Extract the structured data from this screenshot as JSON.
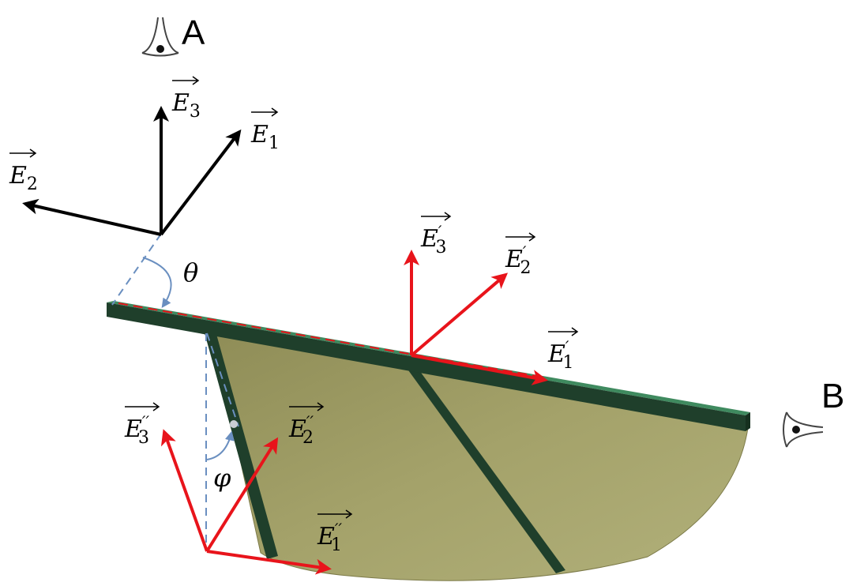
{
  "viewers": {
    "a": {
      "letter": "A",
      "icon": "eye-icon"
    },
    "b": {
      "letter": "B",
      "icon": "eye-icon"
    }
  },
  "angles": {
    "theta": "θ",
    "phi": "φ"
  },
  "vectors": {
    "base": [
      {
        "symbol": "E",
        "sub": "3",
        "prime": "",
        "color": "#000000"
      },
      {
        "symbol": "E",
        "sub": "1",
        "prime": "",
        "color": "#000000"
      },
      {
        "symbol": "E",
        "sub": "2",
        "prime": "",
        "color": "#000000"
      }
    ],
    "rib": [
      {
        "symbol": "E",
        "sub": "3",
        "prime": "′",
        "color": "#e8141b"
      },
      {
        "symbol": "E",
        "sub": "2",
        "prime": "′",
        "color": "#e8141b"
      },
      {
        "symbol": "E",
        "sub": "1",
        "prime": "′",
        "color": "#e8141b"
      }
    ],
    "strut": [
      {
        "symbol": "E",
        "sub": "3",
        "prime": "′′",
        "color": "#e8141b"
      },
      {
        "symbol": "E",
        "sub": "2",
        "prime": "′′",
        "color": "#e8141b"
      },
      {
        "symbol": "E",
        "sub": "1",
        "prime": "′′",
        "color": "#e8141b"
      }
    ]
  },
  "colors": {
    "panel": "#a4a26a",
    "beam": "#1f3f2b",
    "beam_top": "#3f8a5f",
    "dashed_guide": "#6a8fc0",
    "red_axis": "#e8141b"
  }
}
